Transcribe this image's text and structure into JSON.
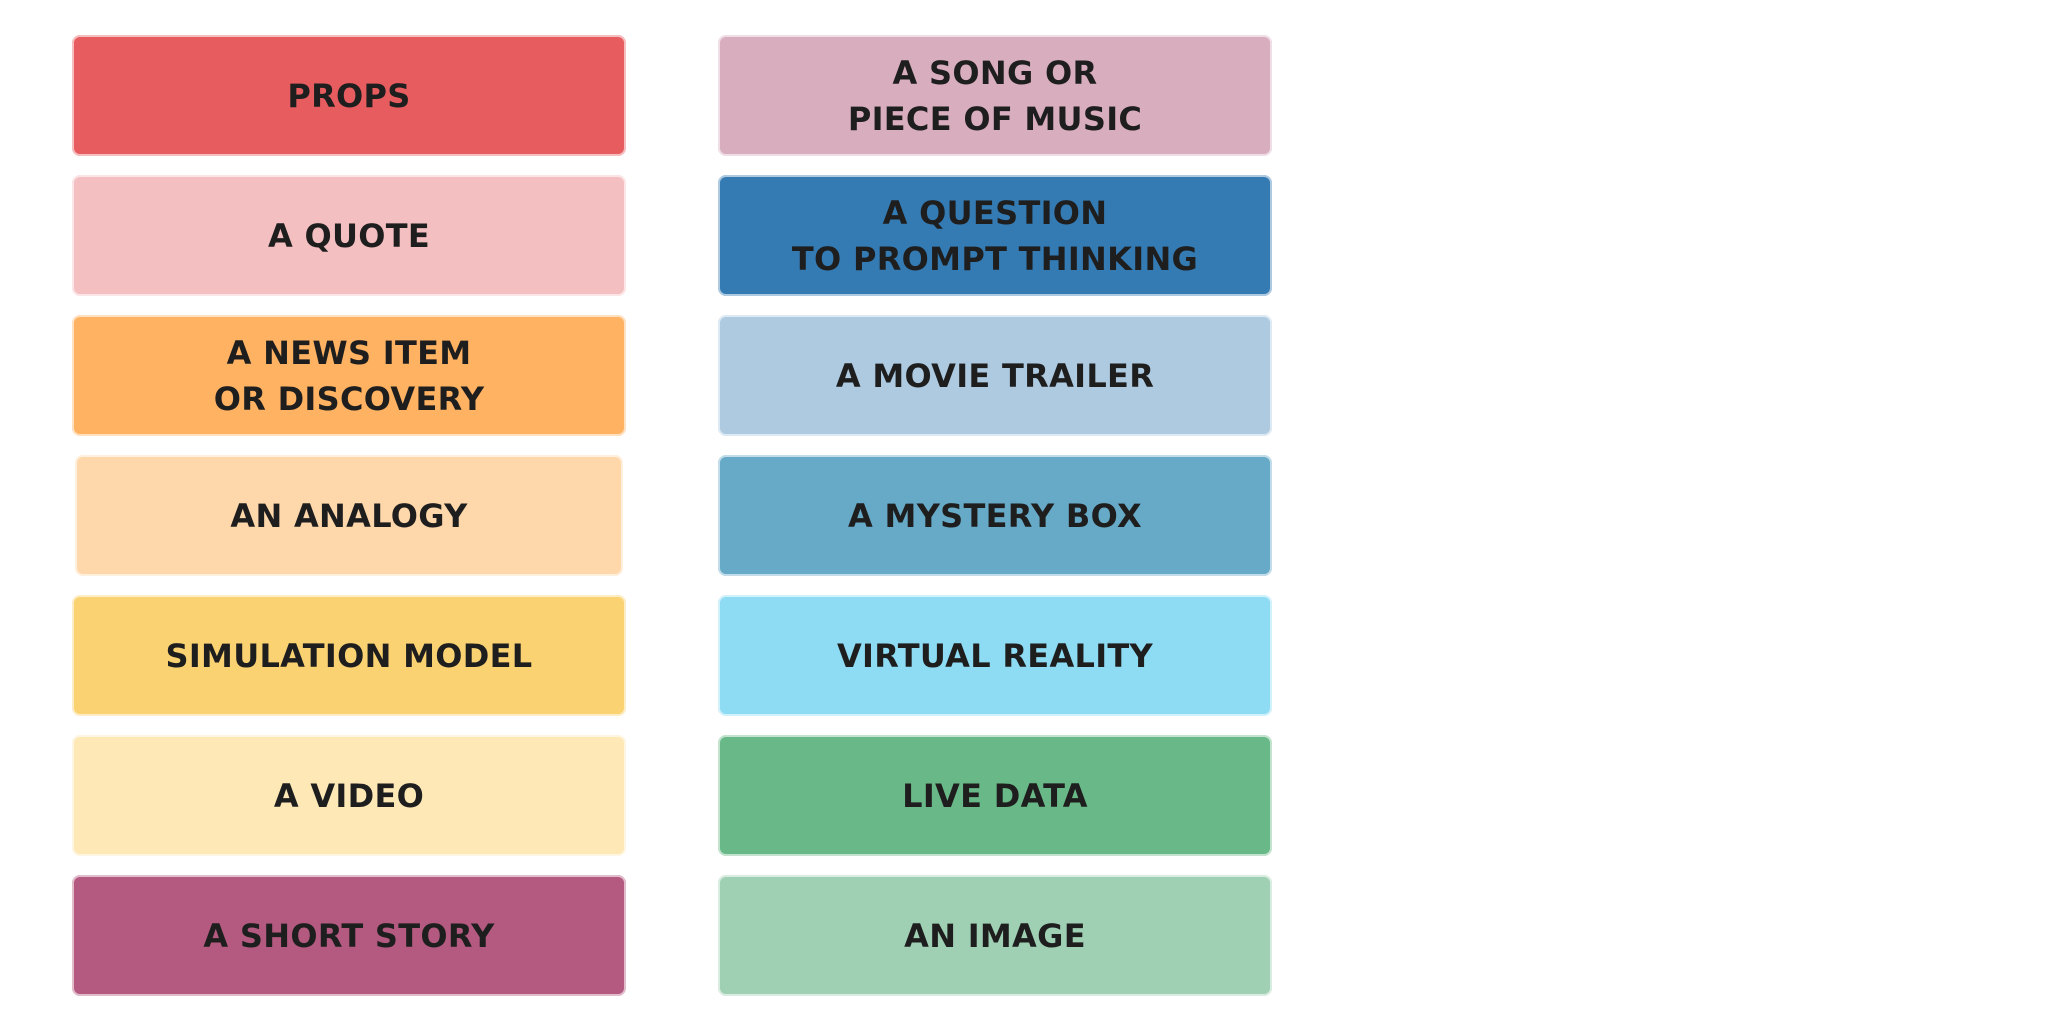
{
  "cards": [
    {
      "label": "PROPS",
      "color": "#e65c5f"
    },
    {
      "label": "A QUOTE",
      "color": "#f4bfc1"
    },
    {
      "label": "A NEWS ITEM\nOR DISCOVERY",
      "color": "#ffb262"
    },
    {
      "label": "AN ANALOGY",
      "color": "#fed7aa"
    },
    {
      "label": "SIMULATION MODEL",
      "color": "#fad271"
    },
    {
      "label": "A VIDEO",
      "color": "#fde8b6"
    },
    {
      "label": "A SHORT STORY",
      "color": "#b45a80"
    },
    {
      "label": "A SONG OR\nPIECE OF MUSIC",
      "color": "#d8adbe"
    },
    {
      "label": "A QUESTION\nTO PROMPT THINKING",
      "color": "#347ab3"
    },
    {
      "label": "A MOVIE TRAILER",
      "color": "#adcae1"
    },
    {
      "label": "A MYSTERY BOX",
      "color": "#67aac7"
    },
    {
      "label": "VIRTUAL REALITY",
      "color": "#8ddcf4"
    },
    {
      "label": "LIVE DATA",
      "color": "#69b988"
    },
    {
      "label": "AN IMAGE",
      "color": "#a0d0b4"
    }
  ]
}
